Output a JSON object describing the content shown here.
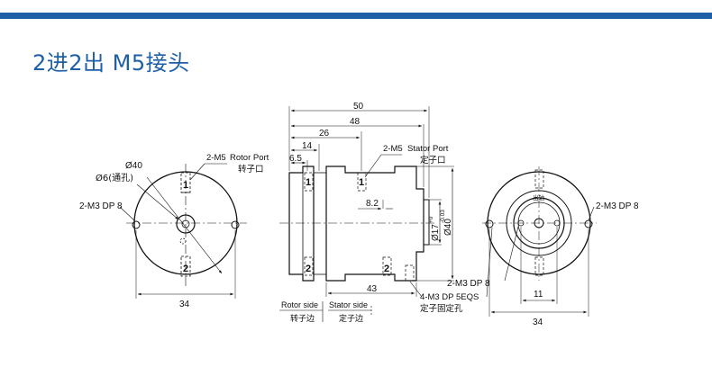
{
  "header": {
    "title": "2进2出  M5接头"
  },
  "colors": {
    "brand": "#1f5fa6",
    "line": "#111111"
  },
  "left_view": {
    "dia_40": "Ø40",
    "dia_6": "Ø6(通孔)",
    "rotor_port_code": "2-M5",
    "rotor_port_en": "Rotor Port",
    "rotor_port_cn": "转子口",
    "m3_label": "2-M3 DP 8",
    "width_34": "34",
    "port_1": "1",
    "port_2": "2"
  },
  "side_view": {
    "dim_50": "50",
    "dim_48": "48",
    "dim_26": "26",
    "dim_14": "14",
    "dim_6_5": "6.5",
    "dim_8_2": "8.2",
    "dim_43": "43",
    "stator_port_code": "2-M5",
    "stator_port_en": "Stator Port",
    "stator_port_cn": "定子口",
    "dia_17": "Ø17",
    "tol_upper": "+0",
    "tol_lower": "-0.03",
    "dia_40": "Ø40",
    "rotor_side_en": "Rotor side",
    "rotor_side_cn": "转子边",
    "stator_side_en": "Stator side",
    "stator_side_cn": "定子边",
    "port_1a": "1",
    "port_1b": "1",
    "port_2a": "2",
    "port_2b": "2"
  },
  "right_view": {
    "m3_right": "2-M3 DP 8",
    "m3_bottom": "2-M3 DP 8",
    "m4_code": "4-M3 DP 5EQS",
    "m4_cn": "定子固定孔",
    "dim_11": "11",
    "dim_34": "34",
    "center_label": "出轴"
  }
}
